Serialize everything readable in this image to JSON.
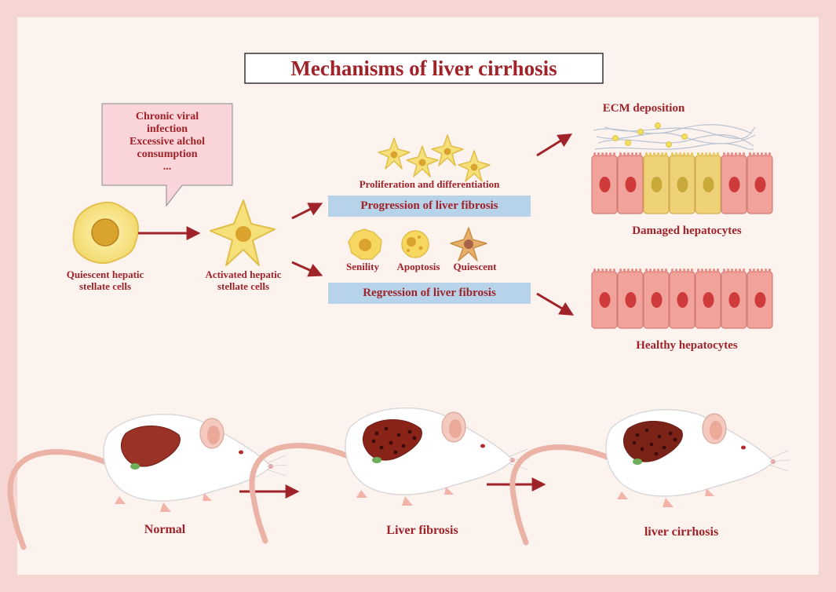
{
  "title": "Mechanisms of liver cirrhosis",
  "causes": {
    "lines": [
      "Chronic viral",
      "infection",
      "Excessive alchol",
      "consumption",
      "..."
    ]
  },
  "cells": {
    "quiescent": [
      "Quiescent hepatic",
      "stellate cells"
    ],
    "activated": [
      "Activated hepatic",
      "stellate cells"
    ]
  },
  "progression": {
    "caption": "Proliferation and differentiation",
    "bar_label": "Progression of liver fibrosis"
  },
  "regression": {
    "fates": [
      "Senility",
      "Apoptosis",
      "Quiescent"
    ],
    "bar_label": "Regression of liver fibrosis"
  },
  "outcomes": {
    "ecm": "ECM deposition",
    "damaged": "Damaged hepatocytes",
    "healthy": "Healthy hepatocytes"
  },
  "stages": [
    "Normal",
    "Liver fibrosis",
    "liver cirrhosis"
  ],
  "colors": {
    "accent": "#a0232a",
    "bar": "#b7d3ea",
    "frame": "#f6d6d3",
    "panel": "#fdf3ee",
    "cell_yellow": "#f7e07e",
    "hepatocyte": "#ef9f98",
    "liver": "#8e2a22"
  }
}
